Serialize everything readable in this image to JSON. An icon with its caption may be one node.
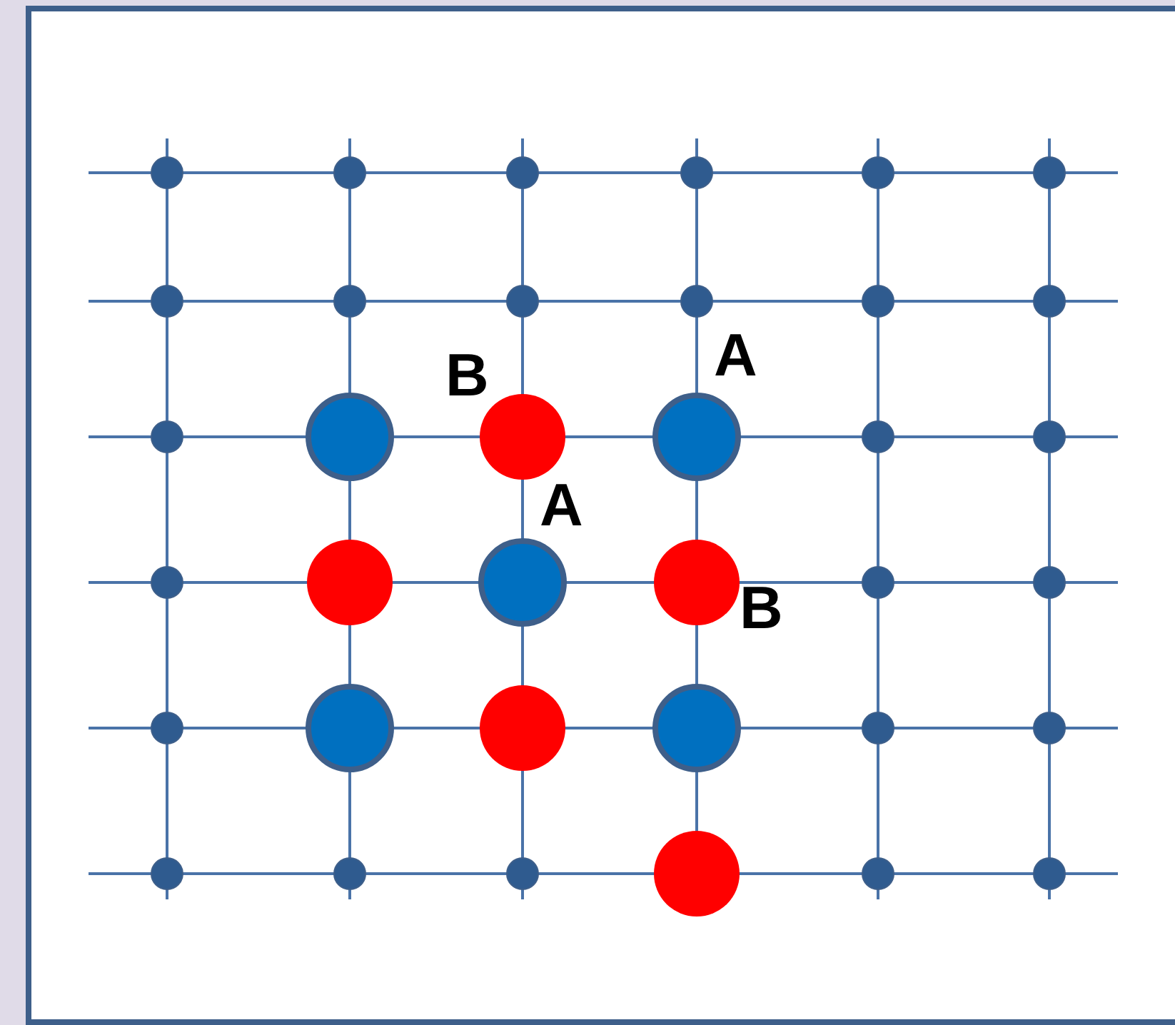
{
  "diagram": {
    "labels": [
      "B",
      "A",
      "A",
      "B"
    ]
  }
}
